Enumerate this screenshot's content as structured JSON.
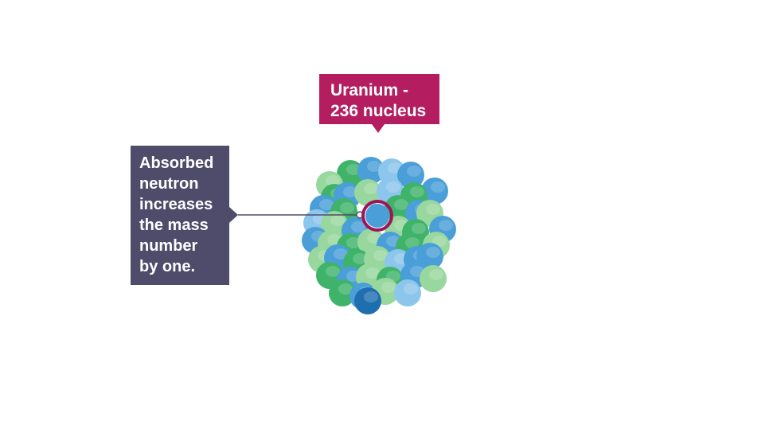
{
  "nucleus_label": {
    "lines": [
      "Uranium -",
      "236 nucleus"
    ],
    "color": "#b41d5f"
  },
  "neutron_label": {
    "lines": [
      "Absorbed",
      "neutron",
      "increases",
      "the mass",
      "number",
      "by one."
    ],
    "color": "#4f4b6b"
  },
  "colors": {
    "blue_ball": "#4a9fd8",
    "light_blue_ball": "#8dc6ec",
    "green_ball": "#3fb36a",
    "light_green_ball": "#98d79e",
    "dark_blue_ball": "#1f6fb0",
    "neutron_ring": "#a0135c",
    "leader_line": "#4f4b6b"
  }
}
